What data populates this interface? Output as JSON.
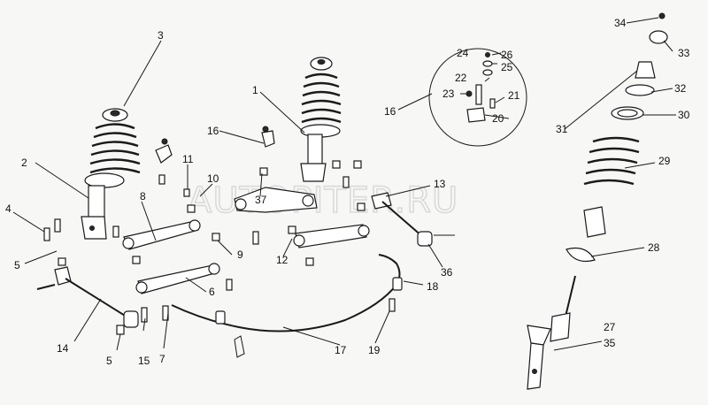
{
  "diagram": {
    "watermark": "AUTOPITER.RU",
    "callouts": {
      "c1": "1",
      "c2": "2",
      "c3": "3",
      "c4": "4",
      "c5a": "5",
      "c5b": "5",
      "c6": "6",
      "c7": "7",
      "c8": "8",
      "c9": "9",
      "c10": "10",
      "c11": "11",
      "c12": "12",
      "c13": "13",
      "c14": "14",
      "c15": "15",
      "c16a": "16",
      "c16b": "16",
      "c17": "17",
      "c18": "18",
      "c19": "19",
      "c20": "20",
      "c21": "21",
      "c22": "22",
      "c23": "23",
      "c24": "24",
      "c25": "25",
      "c26": "26",
      "c27": "27",
      "c28": "28",
      "c29": "29",
      "c30": "30",
      "c31": "31",
      "c32": "32",
      "c33": "33",
      "c34": "34",
      "c35": "35",
      "c36": "36",
      "c37": "37"
    }
  }
}
